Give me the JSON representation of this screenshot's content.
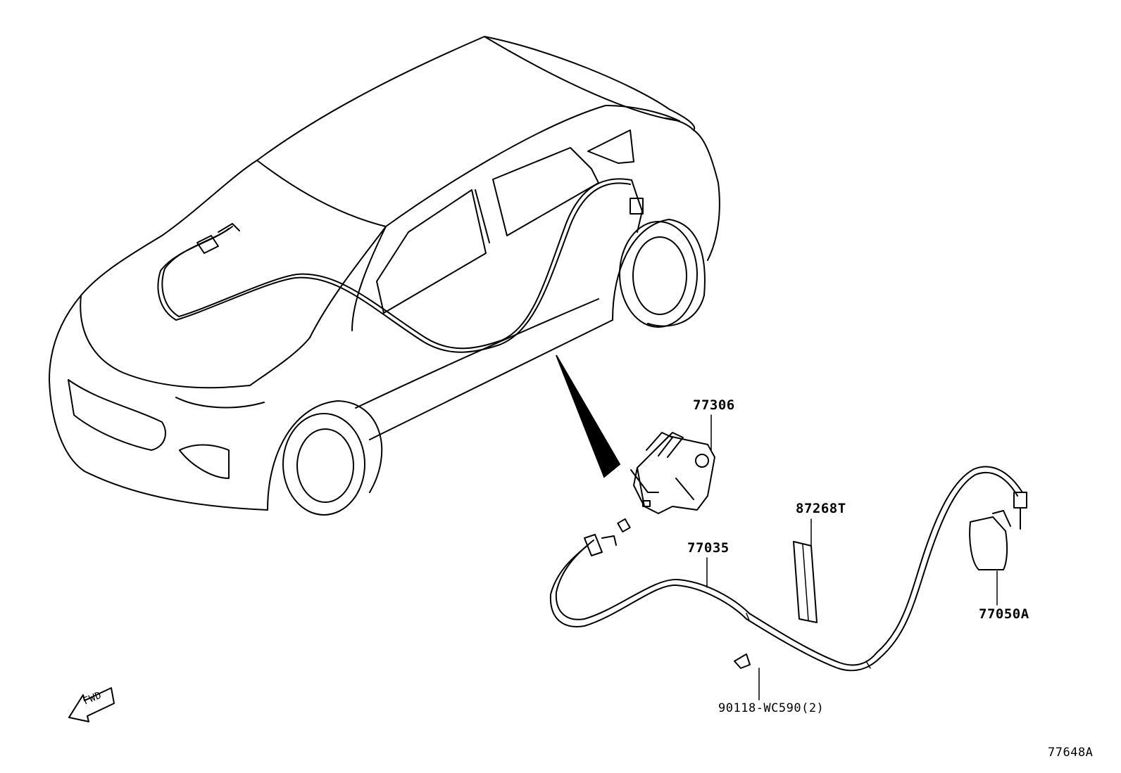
{
  "labels": {
    "part_77306": "77306",
    "part_87268T": "87268T",
    "part_77035": "77035",
    "part_77050A": "77050A",
    "part_90118": "90118-WC590(2)",
    "figure_id": "77648A",
    "fwd_arrow": "FWD"
  },
  "icons": {
    "fwd_arrow": "fwd-arrow-icon"
  }
}
